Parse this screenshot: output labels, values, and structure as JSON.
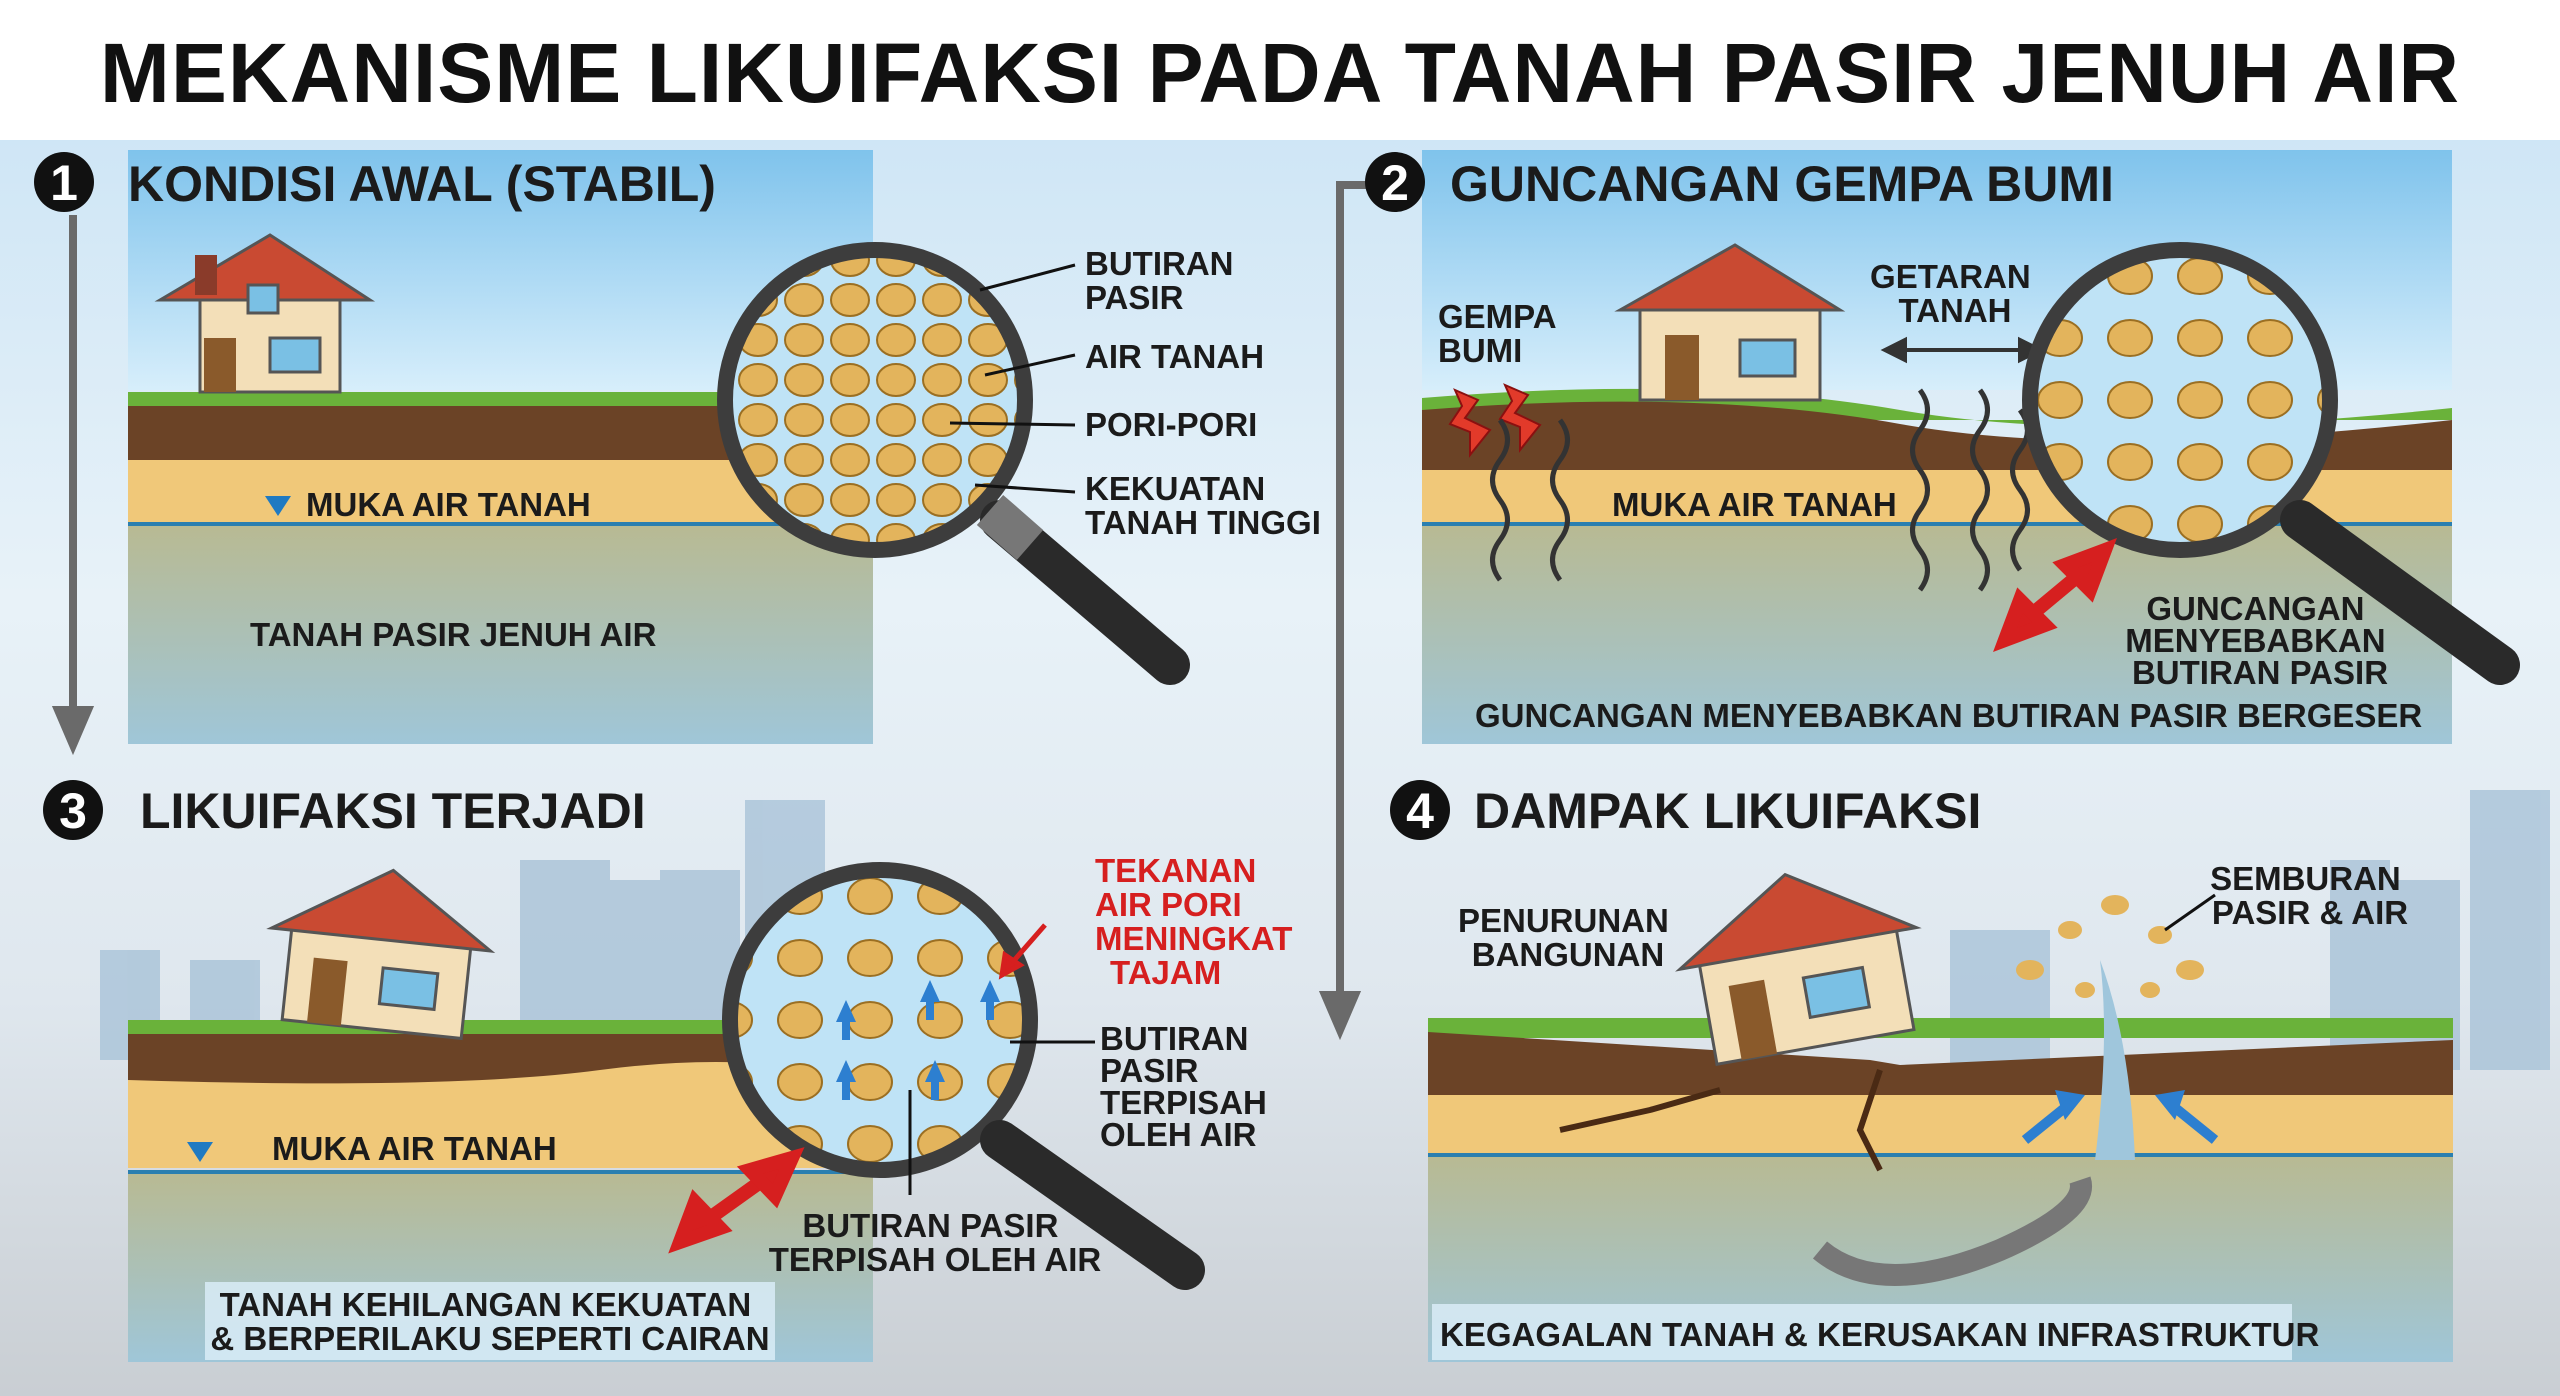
{
  "title": "MEKANISME LIKUIFAKSI PADA TANAH PASIR JENUH AIR",
  "steps": [
    {
      "number": "1",
      "title": "KONDISI AWAL (STABIL)"
    },
    {
      "number": "2",
      "title": "GUNCANGAN GEMPA BUMI"
    },
    {
      "number": "3",
      "title": "LIKUIFAKSI TERJADI"
    },
    {
      "number": "4",
      "title": "DAMPAK LIKUIFAKSI"
    }
  ],
  "panel1": {
    "water_table": "MUKA AIR TANAH",
    "saturated_sand": "TANAH PASIR JENUH AIR",
    "sand_grains_1": "BUTIRAN",
    "sand_grains_2": "PASIR",
    "groundwater": "AIR TANAH",
    "pores": "PORI-PORI",
    "strength_1": "KEKUATAN",
    "strength_2": "TANAH TINGGI"
  },
  "panel2": {
    "quake_1": "GEMPA",
    "quake_2": "BUMI",
    "vibration_1": "GETARAN",
    "vibration_2": "TANAH",
    "water_table": "MUKA AIR TANAH",
    "shake_1": "GUNCANGAN",
    "shake_2": "MENYEBABKAN",
    "shake_3": "BUTIRAN PASIR",
    "caption": "GUNCANGAN MENYEBABKAN BUTIRAN PASIR BERGESER"
  },
  "panel3": {
    "water_table": "MUKA AIR TANAH",
    "pressure_1": "TEKANAN",
    "pressure_2": "AIR PORI",
    "pressure_3": "MENINGKAT",
    "pressure_4": "TAJAM",
    "sep_1": "BUTIRAN",
    "sep_2": "PASIR",
    "sep_3": "TERPISAH",
    "sep_4": "OLEH AIR",
    "sep_bottom_1": "BUTIRAN PASIR",
    "sep_bottom_2": "TERPISAH OLEH AIR",
    "caption_1": "TANAH KEHILANGAN KEKUATAN",
    "caption_2": "& BERPERILAKU SEPERTI CAIRAN"
  },
  "panel4": {
    "settle_1": "PENURUNAN",
    "settle_2": "BANGUNAN",
    "eruption_1": "SEMBURAN",
    "eruption_2": "PASIR & AIR",
    "caption": "KEGAGALAN TANAH & KERUSAKAN INFRASTRUKTUR"
  },
  "colors": {
    "sky": "#7fc3ec",
    "grass": "#6ab23a",
    "topsoil": "#6b4326",
    "sand": "#f0c879",
    "water_line": "#2b7fb0",
    "alert_red": "#d61f1f",
    "flow_blue": "#2d7fd0"
  }
}
